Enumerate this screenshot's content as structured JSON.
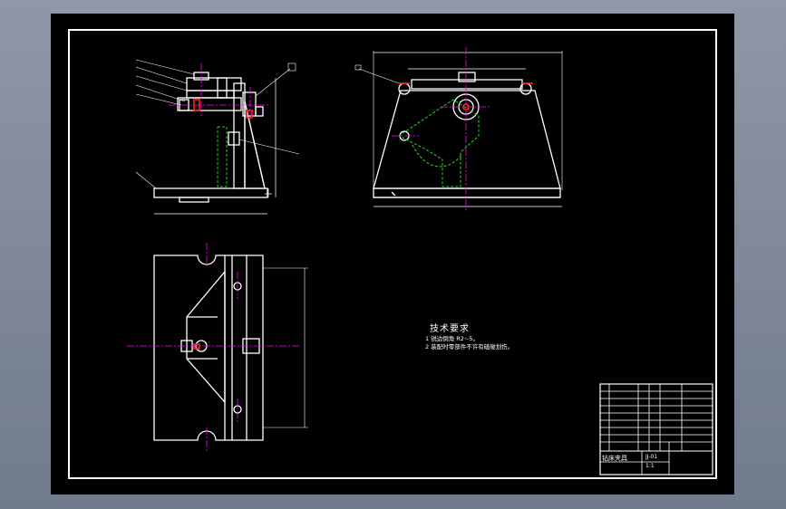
{
  "drawing": {
    "technical_requirements": {
      "title": "技术要求",
      "items": [
        "1  锐边倒角 R2~5。",
        "2  装配时零部件不许有磕碰划伤。"
      ]
    },
    "title_block": {
      "name": "钻床夹具",
      "drawing_no": "JJ-01",
      "scale": "1:1"
    },
    "colors": {
      "outline": "#ffffff",
      "centerline": "#ff00ff",
      "hidden": "#22cc22",
      "red": "#ff2020",
      "cyan": "#00ffff",
      "background": "#000000"
    }
  }
}
